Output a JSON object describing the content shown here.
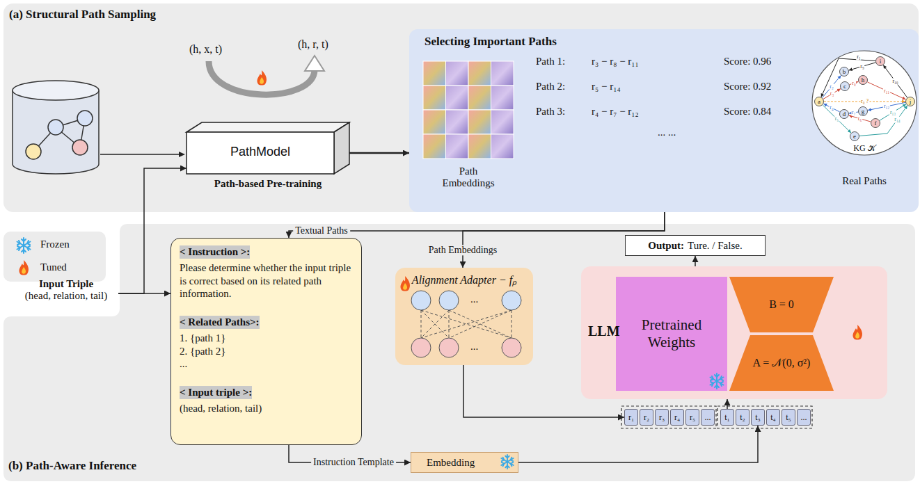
{
  "diagram": {
    "nodes": [
      {
        "text": [
          "(a) Structural Path Sampling"
        ]
      },
      {
        "text": [
          "PathModel",
          "Path-based Pre-training"
        ],
        "in": 0
      },
      {
        "text": [
          "Selecting Important Paths"
        ],
        "in": 0
      },
      {
        "text": [
          "Path Embeddings"
        ],
        "in": 2
      },
      {
        "text": [
          "KG 𝒦",
          "Real Paths"
        ],
        "in": 2
      },
      {
        "text": [
          "a"
        ],
        "in": 4
      },
      {
        "text": [
          "b"
        ],
        "in": 4
      },
      {
        "text": [
          "c"
        ],
        "in": 4
      },
      {
        "text": [
          "d"
        ],
        "in": 4
      },
      {
        "text": [
          "e"
        ],
        "in": 4
      },
      {
        "text": [
          "f"
        ],
        "in": 4
      },
      {
        "text": [
          "g"
        ],
        "in": 4
      },
      {
        "text": [
          "h"
        ],
        "in": 4
      },
      {
        "text": [
          "i"
        ],
        "in": 4
      },
      {
        "text": [
          "j"
        ],
        "in": 4
      },
      {
        "text": [
          "(b) Path-Aware Inference"
        ]
      },
      {
        "text": [
          "Input Triple",
          "(head, relation, tail)"
        ]
      },
      {
        "text": [
          "< Instruction >:",
          "Please determine whether the input triple is correct based on its related path information.",
          "< Related Paths>:",
          "1. {path 1}",
          "2. {path 2}",
          "...",
          "< Input triple >:",
          "(head, relation, tail)"
        ],
        "in": 15
      },
      {
        "text": [
          "Alignment Adapter − fₚ"
        ],
        "in": 15
      },
      {
        "text": [
          "Output:",
          "Ture. / False."
        ],
        "in": 15
      },
      {
        "text": [
          "LLM"
        ],
        "in": 15
      },
      {
        "text": [
          "Pretrained Weights"
        ],
        "in": 20
      },
      {
        "text": [
          "B = 0"
        ],
        "in": 20
      },
      {
        "text": [
          "A = 𝒩(0, σ²)"
        ],
        "in": 20
      },
      {
        "text": [
          "Embedding"
        ],
        "in": 15
      },
      {
        "text": [
          "r₁"
        ],
        "in": 15
      },
      {
        "text": [
          "r₂"
        ],
        "in": 15
      },
      {
        "text": [
          "r₃"
        ],
        "in": 15
      },
      {
        "text": [
          "r₄"
        ],
        "in": 15
      },
      {
        "text": [
          "r₅"
        ],
        "in": 15
      },
      {
        "text": [
          "..."
        ],
        "in": 15
      },
      {
        "text": [
          "t₁"
        ],
        "in": 15
      },
      {
        "text": [
          "t₂"
        ],
        "in": 15
      },
      {
        "text": [
          "t₃"
        ],
        "in": 15
      },
      {
        "text": [
          "t₄"
        ],
        "in": 15
      },
      {
        "text": [
          "t₅"
        ],
        "in": 15
      },
      {
        "text": [
          "..."
        ],
        "in": 15
      }
    ],
    "edges": [
      {
        "from": 1,
        "to": 2,
        "arrow": "to"
      },
      {
        "from": 16,
        "to": 1,
        "arrow": "to"
      },
      {
        "from": 16,
        "to": 17,
        "arrow": "to"
      },
      {
        "from": 2,
        "to": 17,
        "label": "Textual Paths",
        "arrow": "to"
      },
      {
        "from": 2,
        "to": 18,
        "label": "Path Embeddings",
        "arrow": "to"
      },
      {
        "from": 17,
        "to": 24,
        "label": "Instruction Template",
        "arrow": "to"
      },
      {
        "from": 18,
        "to": 25,
        "arrow": "to"
      },
      {
        "from": 24,
        "to": 33,
        "arrow": "to"
      },
      {
        "from": 31,
        "to": 20,
        "arrow": "to"
      },
      {
        "from": 20,
        "to": 19,
        "arrow": "to"
      },
      {
        "from": 13,
        "to": 5,
        "label": "r₁",
        "arrow": "to"
      },
      {
        "from": 5,
        "to": 6,
        "label": "r₂",
        "arrow": "to"
      },
      {
        "from": 5,
        "to": 7,
        "label": "r₃",
        "arrow": "to"
      },
      {
        "from": 13,
        "to": 6,
        "label": "r₉",
        "arrow": "to"
      },
      {
        "from": 7,
        "to": 12,
        "label": "r₈",
        "arrow": "to"
      },
      {
        "from": 12,
        "to": 14,
        "label": "r₁₁",
        "arrow": "to"
      },
      {
        "from": 14,
        "to": 13,
        "label": "r₁₀",
        "arrow": "to"
      },
      {
        "from": 5,
        "to": 14,
        "label": "r₀ ?",
        "arrow": "to"
      },
      {
        "from": 8,
        "to": 5,
        "label": "r₄",
        "arrow": "to"
      },
      {
        "from": 11,
        "to": 8,
        "label": "r₇",
        "arrow": "to"
      },
      {
        "from": 14,
        "to": 11,
        "label": "r₁₂",
        "arrow": "to"
      },
      {
        "from": 10,
        "to": 8,
        "label": "r₆",
        "arrow": "to"
      },
      {
        "from": 10,
        "to": 14,
        "label": "r₁₃",
        "arrow": "to"
      },
      {
        "from": 5,
        "to": 9,
        "label": "r₅",
        "arrow": "to"
      },
      {
        "from": 9,
        "to": 14,
        "label": "r₁₄",
        "arrow": "to"
      }
    ],
    "labels": [
      "(h, x, t)",
      "(h, r, t)",
      "Path 1:",
      "r₃ − r₈ − r₁₁",
      "Score: 0.96",
      "Path 2:",
      "r₅ − r₁₄",
      "Score: 0.92",
      "Path 3:",
      "r₄ − r₇ − r₁₂",
      "Score: 0.84",
      "... ...",
      "...",
      "..."
    ],
    "legend": [
      {
        "text": "Frozen"
      },
      {
        "text": "Tuned"
      }
    ]
  }
}
